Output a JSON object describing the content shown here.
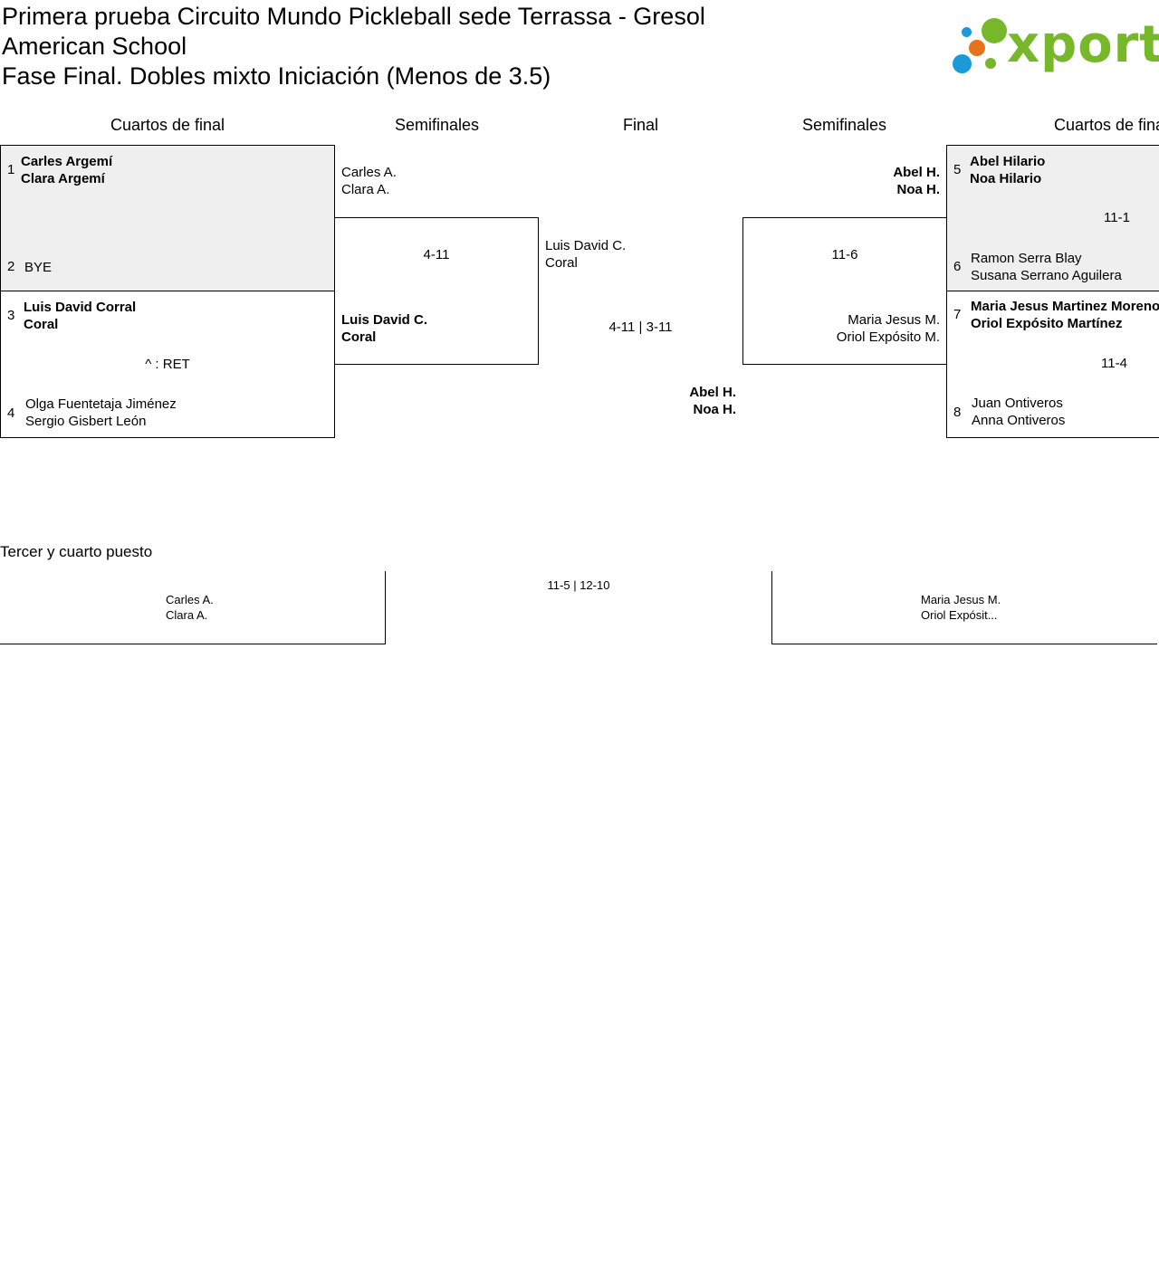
{
  "title_line1": "Primera prueba Circuito Mundo Pickleball sede Terrassa - Gresol",
  "title_line2": "American School",
  "title_line3": "Fase Final. Dobles mixto Iniciación (Menos de 3.5)",
  "logo_text": "xporty",
  "logo_colors": {
    "green": "#76b82a",
    "orange": "#e8721c",
    "blue": "#1a9ad6"
  },
  "rounds": {
    "left_qf": "Cuartos de final",
    "left_sf": "Semifinales",
    "final": "Final",
    "right_sf": "Semifinales",
    "right_qf": "Cuartos de final"
  },
  "left_qf": {
    "match1": {
      "seed_a": "1",
      "a1": "Carles Argemí",
      "a2": "Clara Argemí",
      "seed_b": "2",
      "b1": "BYE"
    },
    "match2": {
      "seed_a": "3",
      "a1": "Luis David Corral",
      "a2": "Coral",
      "note": "^ : RET",
      "seed_b": "4",
      "b1": "Olga Fuentetaja Jiménez",
      "b2": "Sergio Gisbert León"
    }
  },
  "left_sf": {
    "top1": "Carles A.",
    "top2": "Clara A.",
    "score": "4-11",
    "bottom1": "Luis David C.",
    "bottom2": "Coral"
  },
  "final": {
    "left1": "Luis David C.",
    "left2": "Coral",
    "score": "4-11 | 3-11",
    "winner1": "Abel H.",
    "winner2": "Noa H."
  },
  "right_sf": {
    "top1": "Abel H.",
    "top2": "Noa H.",
    "score": "11-6",
    "bottom1": "Maria Jesus M.",
    "bottom2": "Oriol Expósito M."
  },
  "right_qf": {
    "match1": {
      "seed_a": "5",
      "a1": "Abel Hilario",
      "a2": "Noa Hilario",
      "score": "11-1",
      "seed_b": "6",
      "b1": "Ramon Serra Blay",
      "b2": "Susana Serrano Aguilera"
    },
    "match2": {
      "seed_a": "7",
      "a1": "Maria Jesus Martinez Moreno",
      "a2": "Oriol Expósito Martínez",
      "score": "11-4",
      "seed_b": "8",
      "b1": "Juan Ontiveros",
      "b2": "Anna Ontiveros"
    }
  },
  "third_place": {
    "title": "Tercer y cuarto puesto",
    "left1": "Carles A.",
    "left2": "Clara A.",
    "score": "11-5 | 12-10",
    "right1": "Maria Jesus M.",
    "right2": "Oriol Expósit..."
  }
}
